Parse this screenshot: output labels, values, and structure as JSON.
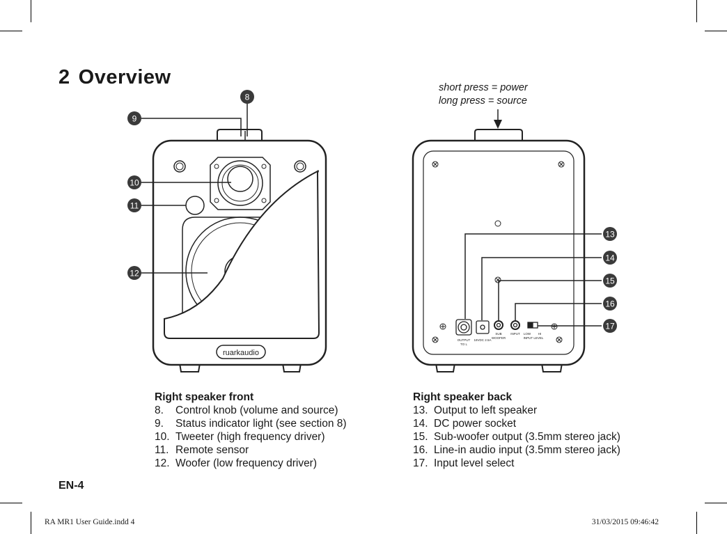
{
  "title": {
    "number": "2",
    "text": "Overview"
  },
  "note": {
    "line1": "short press = power",
    "line2": "long press = source"
  },
  "front": {
    "heading": "Right speaker front",
    "brand": "ruarkaudio",
    "items": [
      {
        "n": "8.",
        "text": "Control knob (volume and source)"
      },
      {
        "n": "9.",
        "text": "Status indicator light (see section 8)"
      },
      {
        "n": "10.",
        "text": "Tweeter (high frequency driver)"
      },
      {
        "n": "11.",
        "text": "Remote sensor"
      },
      {
        "n": "12.",
        "text": "Woofer (low frequency driver)"
      }
    ]
  },
  "back": {
    "heading": "Right speaker back",
    "items": [
      {
        "n": "13.",
        "text": "Output to left speaker"
      },
      {
        "n": "14.",
        "text": "DC power socket"
      },
      {
        "n": "15.",
        "text": "Sub-woofer output (3.5mm stereo jack)"
      },
      {
        "n": "16.",
        "text": "Line-in audio input (3.5mm stereo jack)"
      },
      {
        "n": "17.",
        "text": "Input level select"
      }
    ],
    "panel_labels": {
      "output": "OUTPUT",
      "output_to": "TO L",
      "dc": "18VDC 2.5A",
      "sub": "SUB",
      "sub2": "WOOFER",
      "input": "INPUT",
      "low": "LOW",
      "hi": "HI",
      "level": "INPUT LEVEL"
    }
  },
  "callouts": {
    "c8": "8",
    "c9": "9",
    "c10": "10",
    "c11": "11",
    "c12": "12",
    "c13": "13",
    "c14": "14",
    "c15": "15",
    "c16": "16",
    "c17": "17"
  },
  "page_ref": "EN-4",
  "slug": {
    "file": "RA MR1 User Guide.indd   4",
    "date": "31/03/2015   09:46:42"
  }
}
